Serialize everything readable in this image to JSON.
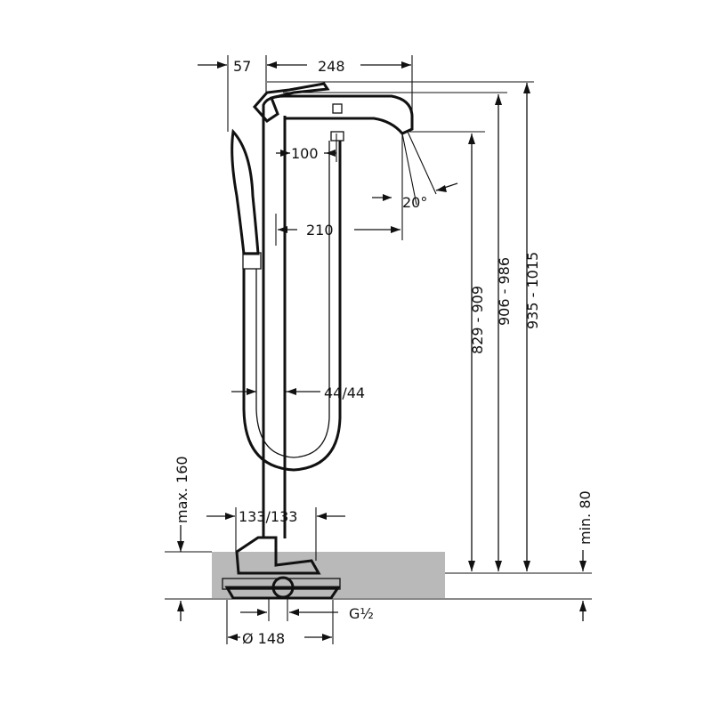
{
  "diagram": {
    "dimensions": {
      "top_left": "57",
      "top_width": "248",
      "spout_to_hose": "100",
      "angle": "20°",
      "column_to_spout": "210",
      "hose_offsets": "44/44",
      "base_offsets": "133/133",
      "height_spout": "829 - 909",
      "height_hose": "906 - 986",
      "height_top": "935 - 1015",
      "max_depth": "max. 160",
      "min_depth": "min. 80",
      "thread": "G½",
      "base_diameter": "Ø 148"
    }
  }
}
